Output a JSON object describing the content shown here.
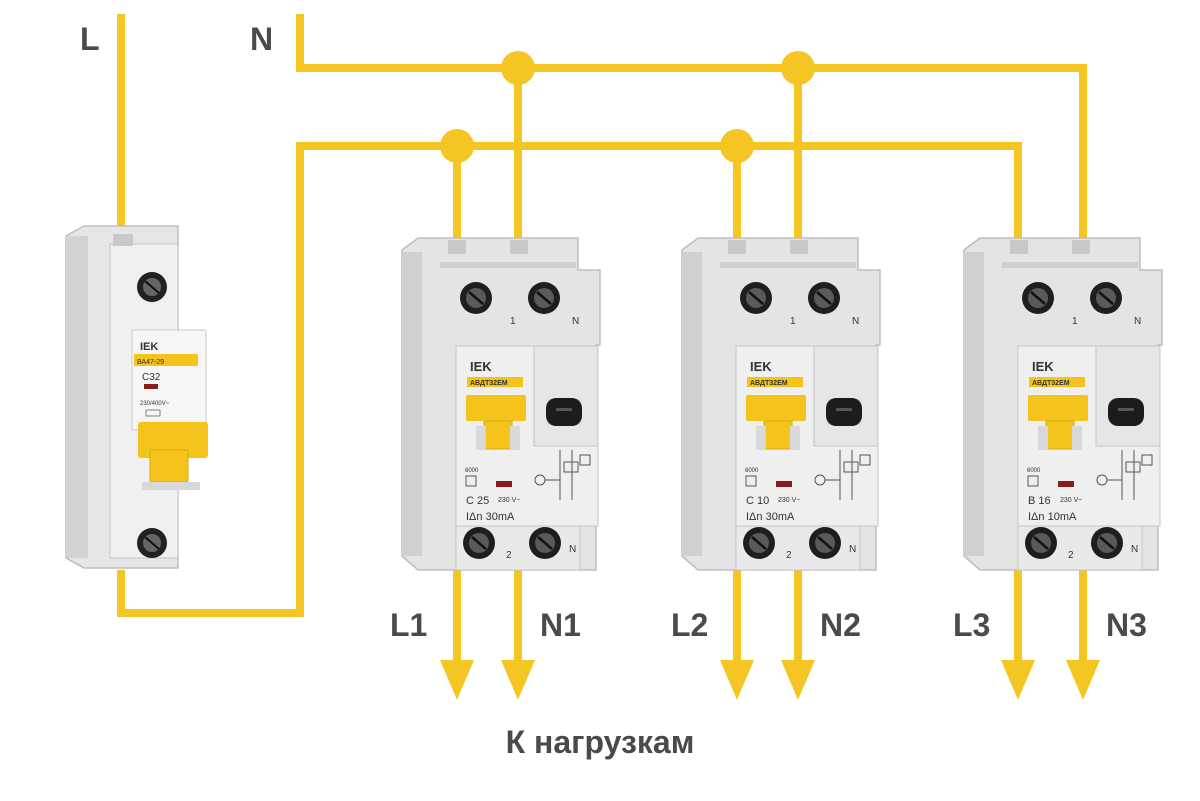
{
  "labels": {
    "phase_in": "L",
    "neutral_in": "N",
    "caption": "К нагрузкам"
  },
  "colors": {
    "wire": "#f5c623",
    "body": "#dcdcdc",
    "body_light": "#ececec",
    "lever": "#f4c31c",
    "label_text": "#4a4a4a",
    "brand": "#1f1f1f"
  },
  "main_breaker": {
    "brand": "IEK",
    "model": "ВА47-29",
    "rating": "C32",
    "voltage": "230/400V~",
    "icon": "circuit-breaker-icon"
  },
  "rcbos": [
    {
      "brand": "IEK",
      "model": "АВДТ32ЕМ",
      "rating": "C 25",
      "leak": "IΔn   30mA",
      "voltage": "230 V~",
      "breaking": "6000",
      "term_top_left": "1",
      "term_top_right": "N",
      "term_bot_left": "2",
      "term_bot_right": "N",
      "out_phase": "L1",
      "out_neutral": "N1"
    },
    {
      "brand": "IEK",
      "model": "АВДТ32ЕМ",
      "rating": "C 10",
      "leak": "IΔn   30mA",
      "voltage": "230 V~",
      "breaking": "6000",
      "term_top_left": "1",
      "term_top_right": "N",
      "term_bot_left": "2",
      "term_bot_right": "N",
      "out_phase": "L2",
      "out_neutral": "N2"
    },
    {
      "brand": "IEK",
      "model": "АВДТ32ЕМ",
      "rating": "B 16",
      "leak": "IΔn   10mA",
      "voltage": "230 V~",
      "breaking": "6000",
      "term_top_left": "1",
      "term_top_right": "N",
      "term_bot_left": "2",
      "term_bot_right": "N",
      "out_phase": "L3",
      "out_neutral": "N3"
    }
  ]
}
